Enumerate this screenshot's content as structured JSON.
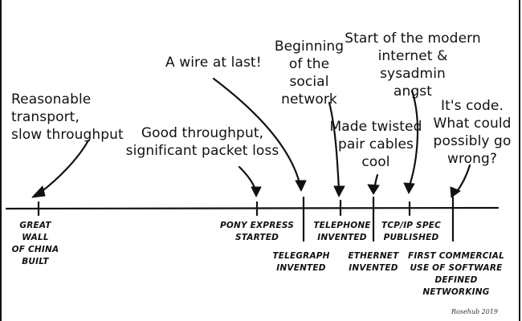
{
  "timeline": {
    "events": [
      {
        "id": "great-wall",
        "label": "GREAT WALL\nOF CHINA\nBUILT",
        "comment": "Reasonable transport,\nslow throughput"
      },
      {
        "id": "pony-express",
        "label": "PONY EXPRESS\nSTARTED",
        "comment": "Good throughput,\nsignificant packet loss"
      },
      {
        "id": "telegraph",
        "label": "TELEGRAPH\nINVENTED",
        "comment": "A wire at last!"
      },
      {
        "id": "telephone",
        "label": "TELEPHONE\nINVENTED",
        "comment": "Beginning\nof the\nsocial network"
      },
      {
        "id": "ethernet",
        "label": "ETHERNET\nINVENTED",
        "comment": "Made twisted\npair cables\ncool"
      },
      {
        "id": "tcpip",
        "label": "TCP/IP SPEC\nPUBLISHED",
        "comment": "Start of the modern\ninternet & sysadmin\nangst"
      },
      {
        "id": "sdn",
        "label": "FIRST COMMERCIAL\nUSE OF SOFTWARE\nDEFINED NETWORKING",
        "comment": "It's code.\nWhat could\npossibly go\nwrong?"
      }
    ]
  },
  "signature": "Rosehub 2019",
  "colors": {
    "ink": "#111111",
    "background": "#ffffff"
  }
}
